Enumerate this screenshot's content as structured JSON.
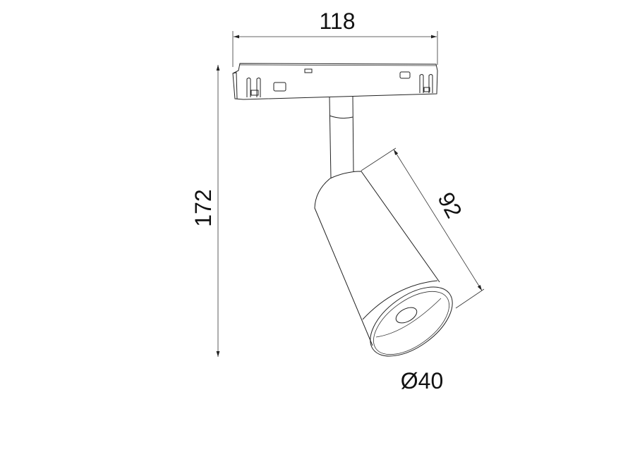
{
  "dimensions": {
    "width": "118",
    "height": "172",
    "length": "92",
    "diameter": "Ø40"
  },
  "colors": {
    "line": "#222222",
    "background": "#ffffff"
  }
}
